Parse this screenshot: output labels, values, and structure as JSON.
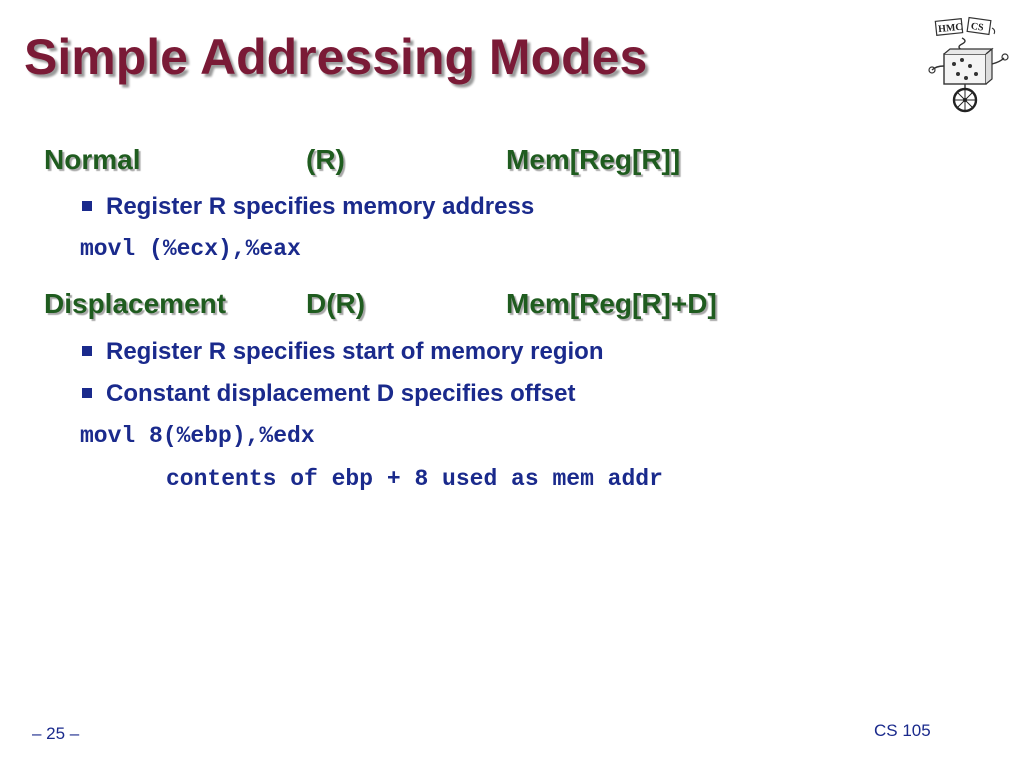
{
  "slide": {
    "title": "Simple Addressing Modes"
  },
  "normal": {
    "mode": "Normal",
    "syntax": "(R)",
    "semantics": "Mem[Reg[R]]",
    "bullets": [
      "Register R specifies memory address"
    ],
    "code": "movl (%ecx),%eax"
  },
  "displacement": {
    "mode": "Displacement",
    "syntax": "D(R)",
    "semantics": "Mem[Reg[R]+D]",
    "bullets": [
      "Register R specifies start of memory region",
      "Constant displacement D specifies offset"
    ],
    "code": "movl 8(%ebp),%edx",
    "code_note": "contents of ebp + 8 used as mem addr"
  },
  "logo": {
    "text_left": "HMC",
    "text_right": "CS"
  },
  "footer": {
    "page": "– 25 –",
    "course": "CS 105"
  },
  "colors": {
    "title": "#7a1a36",
    "section": "#1f5c1f",
    "body": "#1a2a8c"
  }
}
